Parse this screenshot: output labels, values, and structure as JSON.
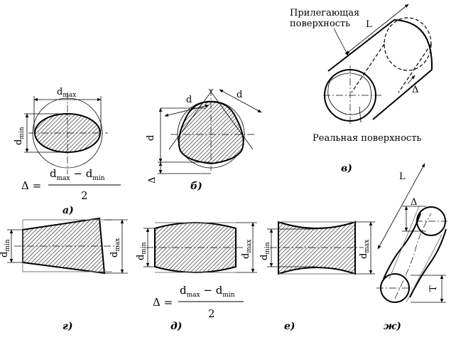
{
  "labels": {
    "d_max": "d",
    "d_max_sub": "max",
    "d_min": "d",
    "d_min_sub": "min",
    "d": "d",
    "L": "L",
    "delta": "Δ",
    "T": "T",
    "adjacent_surface_line1": "Прилегающая",
    "adjacent_surface_line2": "поверхность",
    "real_surface": "Реальная поверхность"
  },
  "formula": {
    "lhs": "Δ =",
    "numerator": "d",
    "num_sub1": "max",
    "minus": " − d",
    "num_sub2": "min",
    "denominator": "2"
  },
  "captions": {
    "a": "а)",
    "b": "б)",
    "v": "в)",
    "g": "г)",
    "d": "д)",
    "e": "е)",
    "zh": "ж)"
  }
}
